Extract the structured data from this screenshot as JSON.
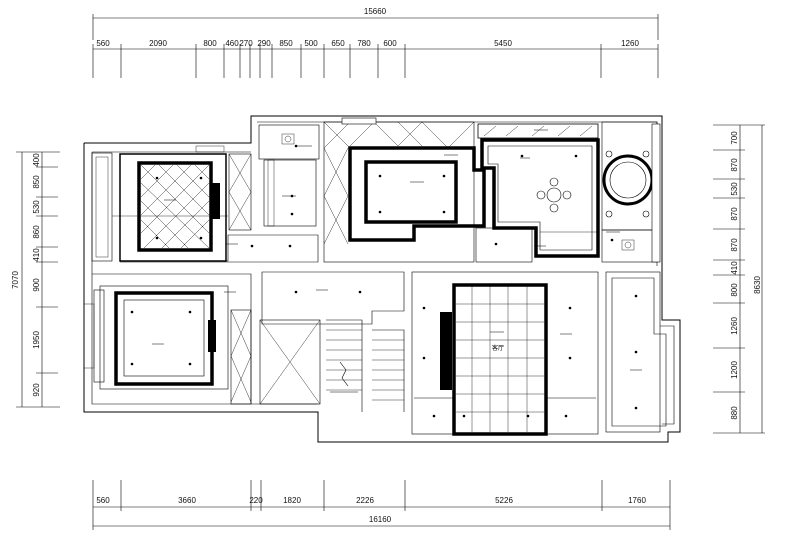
{
  "dimensions": {
    "top_total": "15660",
    "top_segments": [
      "560",
      "2090",
      "800",
      "460",
      "270",
      "290",
      "850",
      "500",
      "650",
      "780",
      "600",
      "5450",
      "1260"
    ],
    "bottom_total": "16160",
    "bottom_segments": [
      "560",
      "3660",
      "220",
      "1820",
      "2226",
      "5226",
      "1760"
    ],
    "left_total": "7070",
    "left_segments": [
      "400",
      "850",
      "530",
      "860",
      "410",
      "900",
      "1950",
      "920"
    ],
    "right_total": "8630",
    "right_segments": [
      "700",
      "870",
      "530",
      "870",
      "870",
      "410",
      "800",
      "1260",
      "1200",
      "880"
    ]
  },
  "rooms": {
    "living_label": "客厅"
  }
}
